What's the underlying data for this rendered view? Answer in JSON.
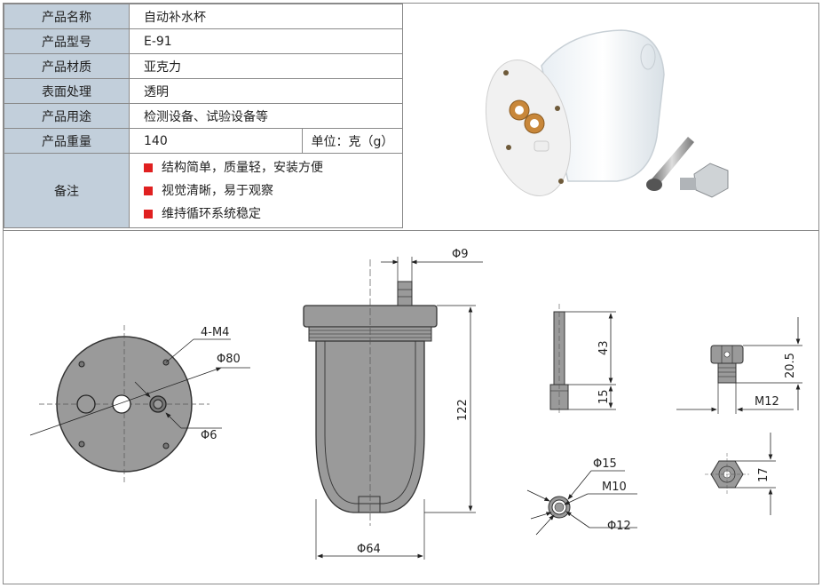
{
  "spec": {
    "name_label": "产品名称",
    "name_value": "自动补水杯",
    "model_label": "产品型号",
    "model_value": "E-91",
    "material_label": "产品材质",
    "material_value": "亚克力",
    "surface_label": "表面处理",
    "surface_value": "透明",
    "use_label": "产品用途",
    "use_value": "检测设备、试验设备等",
    "weight_label": "产品重量",
    "weight_value": "140",
    "unit_value": "单位：克（g）",
    "notes_label": "备注",
    "notes": [
      "结构简单，质量轻，安装方便",
      "视觉清晰，易于观察",
      "维持循环系统稳定"
    ]
  },
  "dimensions": {
    "m4": "4-M4",
    "d80": "Φ80",
    "d6": "Φ6",
    "d9": "Φ9",
    "h122": "122",
    "d64": "Φ64",
    "h43": "43",
    "h15": "15",
    "d15": "Φ15",
    "m10": "M10",
    "d12": "Φ12",
    "h20_5": "20.5",
    "m12": "M12",
    "h17": "17"
  },
  "colors": {
    "label_bg": "#c2cfdb",
    "bullet": "#e02020",
    "part_fill": "#9a9a9a"
  }
}
